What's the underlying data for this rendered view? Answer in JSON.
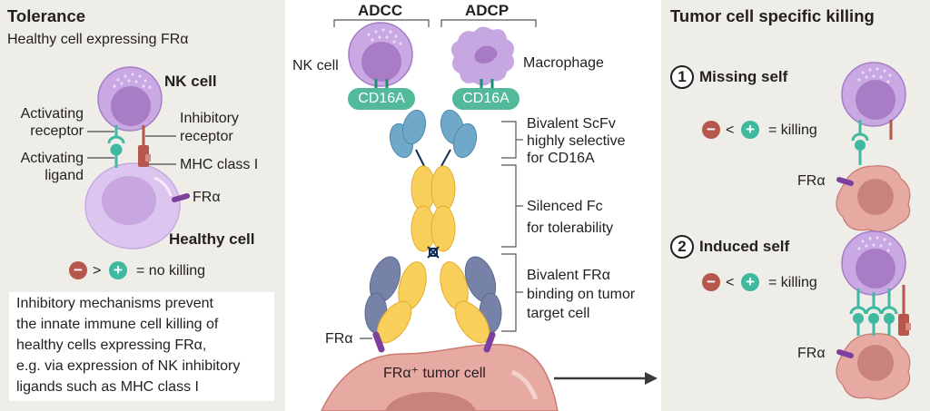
{
  "left_panel": {
    "title": "Tolerance",
    "subtitle": "Healthy cell expressing FRα",
    "labels": {
      "nk_cell": "NK cell",
      "activating_receptor_1": "Activating",
      "activating_receptor_2": "receptor",
      "inhibitory_receptor_1": "Inhibitory",
      "inhibitory_receptor_2": "receptor",
      "activating_ligand_1": "Activating",
      "activating_ligand_2": "ligand",
      "mhc_class_i": "MHC class I",
      "fra": "FRα",
      "healthy_cell": "Healthy cell"
    },
    "equation": {
      "minus": "−",
      "operator": ">",
      "plus": "+",
      "result": "= no killing"
    },
    "info_box": [
      "Inhibitory mechanisms prevent",
      "the innate immune cell killing of",
      "healthy cells expressing FRα,",
      "e.g. via expression of NK inhibitory",
      "ligands such as MHC class I"
    ]
  },
  "center_panel": {
    "adcc": "ADCC",
    "adcp": "ADCP",
    "nk_cell": "NK cell",
    "macrophage": "Macrophage",
    "cd16a_left": "CD16A",
    "cd16a_right": "CD16A",
    "annotations": {
      "scfv": [
        "Bivalent ScFv",
        "highly selective",
        "for CD16A"
      ],
      "fc": [
        "Silenced Fc",
        "for tolerability"
      ],
      "fra_binding": [
        "Bivalent FRα",
        "binding on tumor",
        "target cell"
      ]
    },
    "fra": "FRα",
    "tumor_cell": "FRα⁺ tumor cell"
  },
  "right_panel": {
    "title": "Tumor cell specific killing",
    "mechanisms": [
      {
        "number": "1",
        "label": "Missing self",
        "equation": {
          "minus": "−",
          "operator": "<",
          "plus": "+",
          "result": "= killing"
        },
        "fra": "FRα"
      },
      {
        "number": "2",
        "label": "Induced self",
        "equation": {
          "minus": "−",
          "operator": "<",
          "plus": "+",
          "result": "= killing"
        },
        "fra": "FRα"
      }
    ]
  },
  "colors": {
    "side_panel_bg": "#eeede8",
    "nk_cell": "#c9a7e0",
    "nucleus_nk": "#a77bc4",
    "activating": "#3fb9a0",
    "inhibitory": "#b5574d",
    "fra": "#7b3f9e",
    "scfv": "#6fa8c8",
    "fc": "#f7cf5a",
    "fab_heavy": "#7682a8",
    "tumor_cell": "#e7aaa2"
  }
}
